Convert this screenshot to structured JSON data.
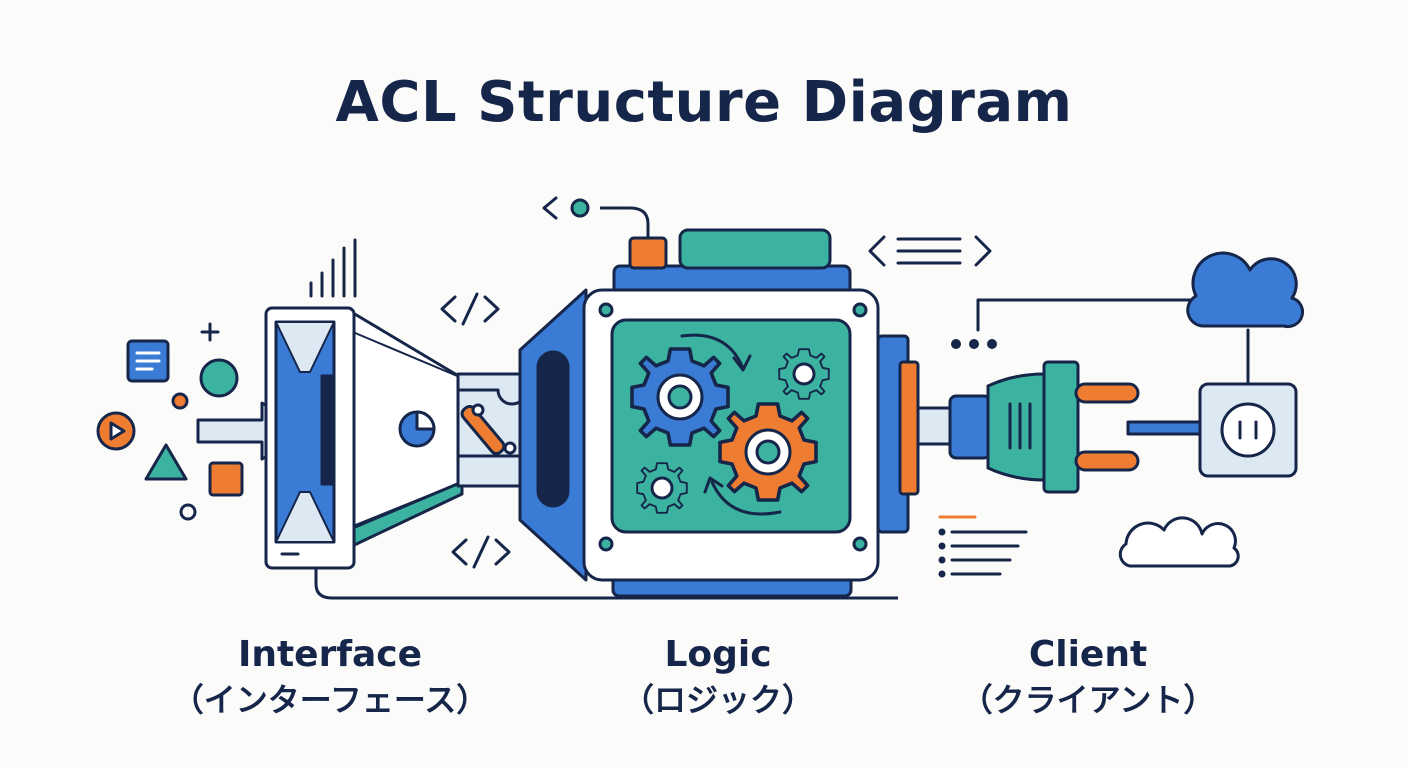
{
  "title": "ACL Structure Diagram",
  "sections": {
    "interface": {
      "label_en": "Interface",
      "label_ja": "（インターフェース）"
    },
    "logic": {
      "label_en": "Logic",
      "label_ja": "（ロジック）"
    },
    "client": {
      "label_en": "Client",
      "label_ja": "（クライアント）"
    }
  },
  "code_glyphs": {
    "slash_tag": "</>",
    "chevron_open": "<"
  },
  "colors": {
    "navy": "#16264a",
    "blue": "#3a7bd5",
    "teal": "#3bb3a0",
    "orange": "#ee7d31",
    "pale": "#dce9f3"
  }
}
